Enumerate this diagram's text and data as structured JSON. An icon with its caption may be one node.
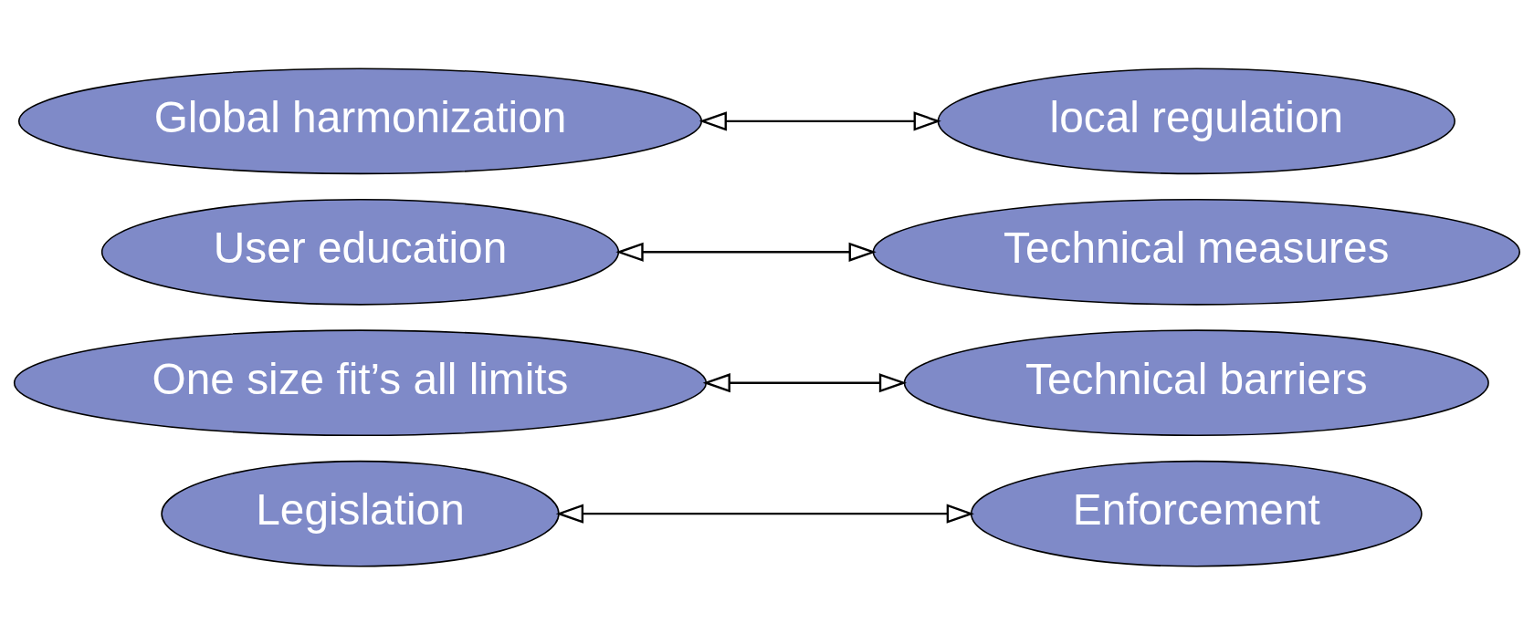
{
  "diagram": {
    "nodes": [
      {
        "text": [
          "Legislation"
        ]
      },
      {
        "text": [
          "Enforcement"
        ]
      },
      {
        "text": [
          "One size fit’s all limits"
        ]
      },
      {
        "text": [
          "Technical barriers"
        ]
      },
      {
        "text": [
          "User education"
        ]
      },
      {
        "text": [
          "Technical measures"
        ]
      },
      {
        "text": [
          "Global harmonization"
        ]
      },
      {
        "text": [
          "local regulation"
        ]
      }
    ],
    "edges": [
      {
        "from": 0,
        "to": 1,
        "arrow": "both"
      },
      {
        "from": 2,
        "to": 3,
        "arrow": "both"
      },
      {
        "from": 4,
        "to": 5,
        "arrow": "both"
      },
      {
        "from": 6,
        "to": 7,
        "arrow": "both"
      }
    ]
  }
}
